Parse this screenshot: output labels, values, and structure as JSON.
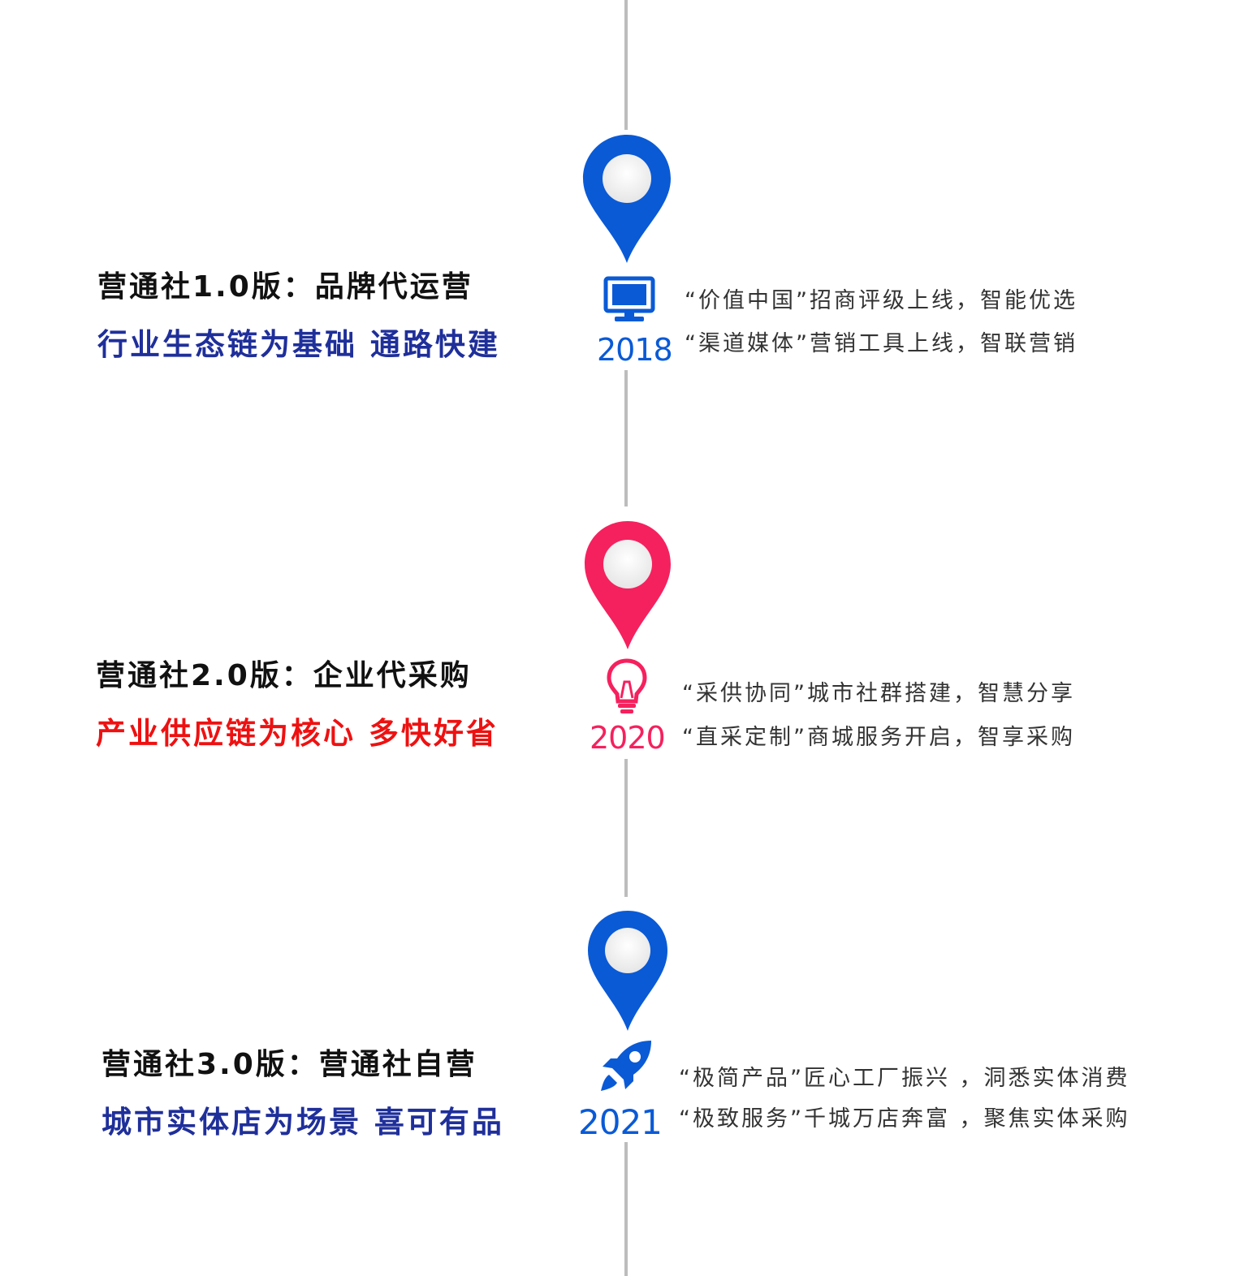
{
  "colors": {
    "blue": "#0a5ad6",
    "pink": "#f5215e",
    "navy": "#1f2f9a",
    "red": "#ee1111",
    "line": "#bdbdbd"
  },
  "milestones": [
    {
      "year": "2018",
      "icon": "monitor-icon",
      "title": "营通社1.0版：品牌代运营",
      "subtitle": "行业生态链为基础 通路快建",
      "desc": [
        "“价值中国”招商评级上线，智能优选",
        "“渠道媒体”营销工具上线，智联营销"
      ]
    },
    {
      "year": "2020",
      "icon": "lightbulb-icon",
      "title": "营通社2.0版：企业代采购",
      "subtitle": "产业供应链为核心 多快好省",
      "desc": [
        "“采供协同”城市社群搭建，智慧分享",
        "“直采定制”商城服务开启，智享采购"
      ]
    },
    {
      "year": "2021",
      "icon": "rocket-icon",
      "title": "营通社3.0版：营通社自营",
      "subtitle": "城市实体店为场景 喜可有品",
      "desc": [
        "“极简产品”匠心工厂振兴 ，洞悉实体消费",
        "“极致服务”千城万店奔富 ，聚焦实体采购"
      ]
    }
  ]
}
